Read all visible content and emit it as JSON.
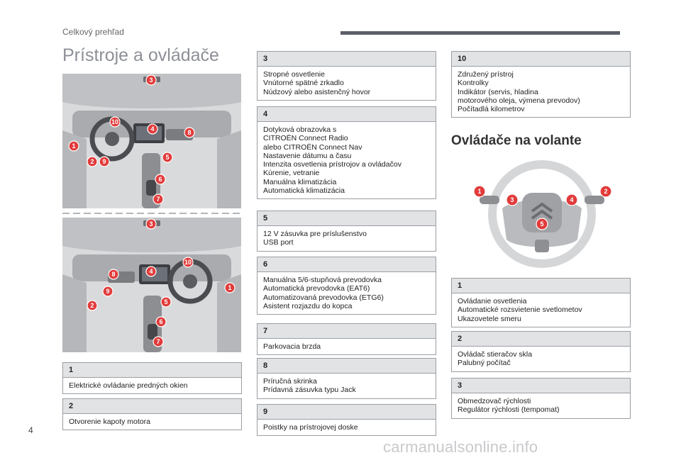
{
  "header": {
    "section": "Celkový prehľad",
    "title": "Prístroje a ovládače"
  },
  "page_number": "4",
  "watermark": "carmanualsonline.info",
  "figures": {
    "dash_top_markers": [
      "3",
      "10",
      "4",
      "8",
      "1",
      "5",
      "2",
      "9",
      "6",
      "7"
    ],
    "dash_bottom_markers": [
      "3",
      "10",
      "8",
      "4",
      "9",
      "1",
      "5",
      "2",
      "6",
      "7"
    ],
    "wheel_markers": [
      "1",
      "3",
      "4",
      "2",
      "5"
    ]
  },
  "left_boxes": [
    {
      "num": "1",
      "lines": [
        "Elektrické ovládanie predných okien"
      ]
    },
    {
      "num": "2",
      "lines": [
        "Otvorenie kapoty motora"
      ]
    }
  ],
  "mid_boxes": [
    {
      "num": "3",
      "lines": [
        "Stropné osvetlenie",
        "Vnútorné spätné zrkadlo",
        "Núdzový alebo asistenčný hovor"
      ]
    },
    {
      "num": "4",
      "lines": [
        "Dotyková obrazovka s",
        "CITROËN Connect Radio",
        "alebo CITROËN Connect Nav",
        "Nastavenie dátumu a času",
        "Intenzita osvetlenia prístrojov a ovládačov",
        "Kúrenie, vetranie",
        "Manuálna klimatizácia",
        "Automatická klimatizácia"
      ]
    },
    {
      "num": "5",
      "lines": [
        "12 V zásuvka pre príslušenstvo",
        "USB port"
      ]
    },
    {
      "num": "6",
      "lines": [
        "Manuálna 5/6-stupňová prevodovka",
        "Automatická prevodovka (EAT6)",
        "Automatizovaná prevodovka (ETG6)",
        "Asistent rozjazdu do kopca"
      ]
    },
    {
      "num": "7",
      "lines": [
        "Parkovacia brzda"
      ]
    },
    {
      "num": "8",
      "lines": [
        "Príručná skrinka",
        "Prídavná zásuvka typu Jack"
      ]
    },
    {
      "num": "9",
      "lines": [
        "Poistky na prístrojovej doske"
      ]
    }
  ],
  "right_top_box": {
    "num": "10",
    "lines": [
      "Združený prístroj",
      "Kontrolky",
      "Indikátor (servis, hladina",
      "motorového oleja, výmena prevodov)",
      "Počítadlá kilometrov"
    ]
  },
  "subtitle": "Ovládače na volante",
  "right_boxes": [
    {
      "num": "1",
      "lines": [
        "Ovládanie osvetlenia",
        "Automatické rozsvietenie svetlometov",
        "Ukazovetele smeru"
      ]
    },
    {
      "num": "2",
      "lines": [
        "Ovládač stieračov skla",
        "Palubný počítač"
      ]
    },
    {
      "num": "3",
      "lines": [
        "Obmedzovač rýchlosti",
        "Regulátor rýchlosti (tempomat)"
      ]
    }
  ],
  "colors": {
    "marker": "#e23b3b",
    "header_band": "#e2e3e5",
    "rule": "#5b6068"
  }
}
